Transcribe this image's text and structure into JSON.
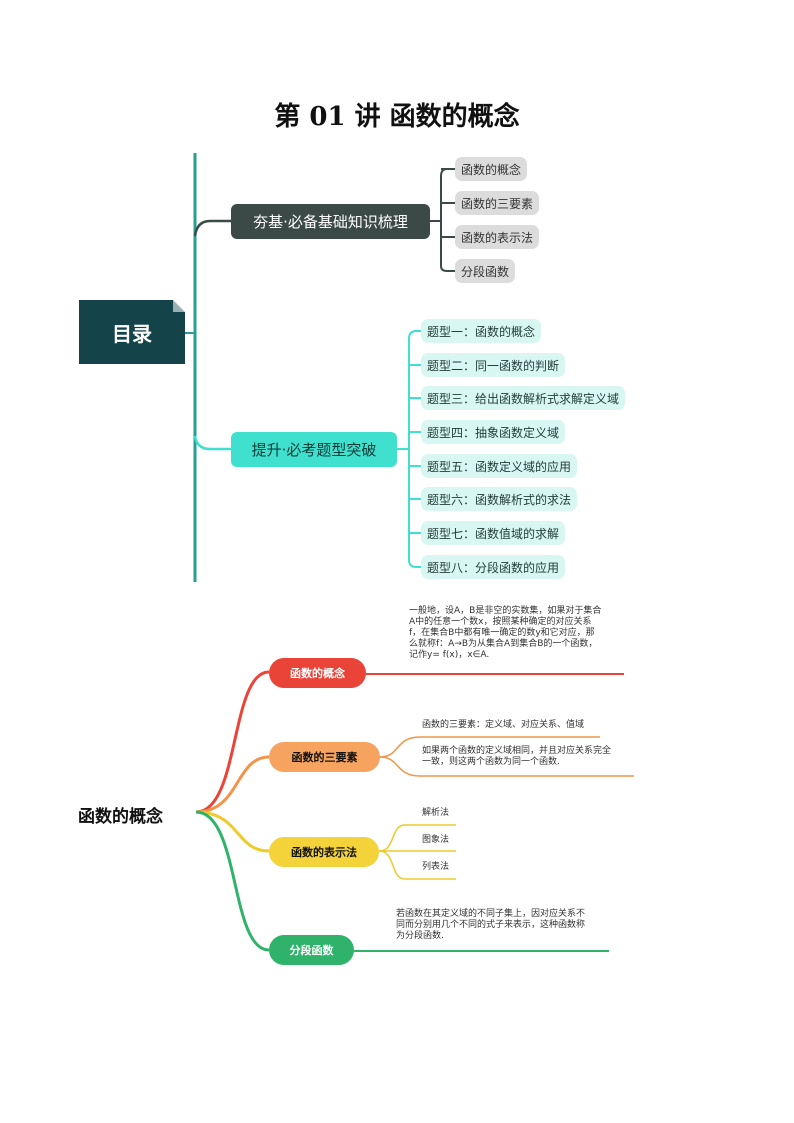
{
  "title": "第 01 讲  函数的概念",
  "toc": {
    "root": "目录",
    "branch1": {
      "label": "夯基·必备基础知识梳理",
      "items": [
        "函数的概念",
        "函数的三要素",
        "函数的表示法",
        "分段函数"
      ]
    },
    "branch2": {
      "label": "提升·必考题型突破",
      "items": [
        "题型一：函数的概念",
        "题型二：同一函数的判断",
        "题型三：给出函数解析式求解定义域",
        "题型四：抽象函数定义域",
        "题型五：函数定义域的应用",
        "题型六：函数解析式的求法",
        "题型七：函数值域的求解",
        "题型八：分段函数的应用"
      ]
    }
  },
  "mindmap": {
    "root": "函数的概念",
    "branches": [
      {
        "label": "函数的概念",
        "color": "#ea4438",
        "notes": [
          "一般地，设A，B是非空的实数集，如果对于集合",
          "A中的任意一个数x，按照某种确定的对应关系",
          "f，在集合B中都有唯一确定的数y和它对应，那",
          "么就称f：A→B为从集合A到集合B的一个函数，",
          "记作y= f(x)，x∈A."
        ]
      },
      {
        "label": "函数的三要素",
        "color": "#f5a35e",
        "notes": [
          "函数的三要素：定义域、对应关系、值域"
        ],
        "notes2": [
          "如果两个函数的定义域相同，并且对应关系完全",
          "一致，则这两个函数为同一个函数."
        ]
      },
      {
        "label": "函数的表示法",
        "color": "#f3d23a",
        "items": [
          "解析法",
          "图象法",
          "列表法"
        ]
      },
      {
        "label": "分段函数",
        "color": "#2fb36a",
        "notes": [
          "若函数在其定义域的不同子集上，因对应关系不",
          "同而分别用几个不同的式子来表示，这种函数称",
          "为分段函数."
        ]
      }
    ]
  }
}
